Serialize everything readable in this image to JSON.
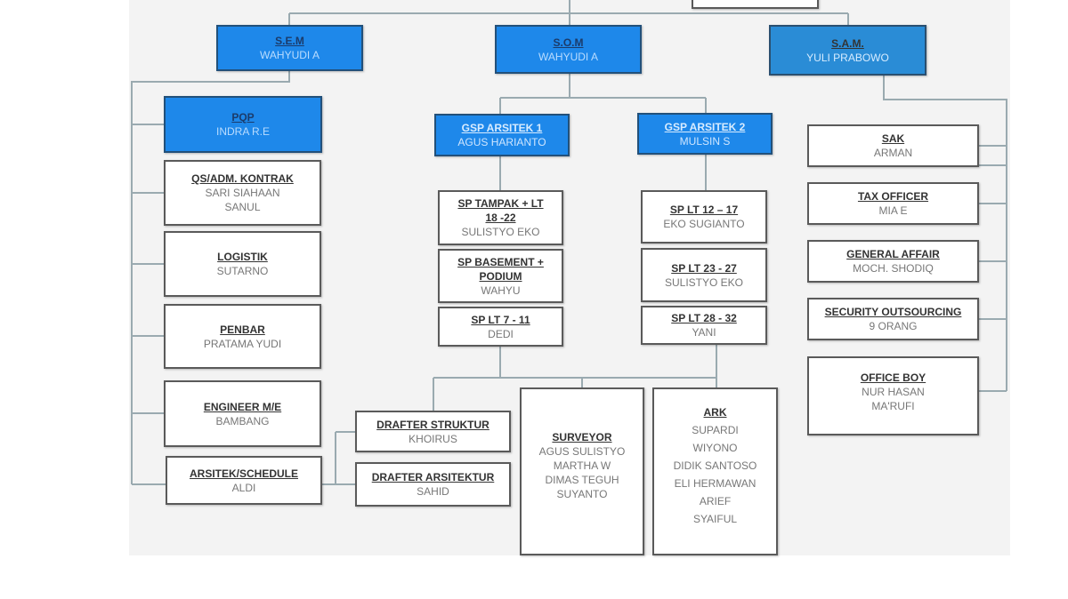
{
  "colors": {
    "panel": "#f3f3f3",
    "blue": "#1e88ea",
    "blue_dark": "#2a8cd6",
    "line": "#9aaab0"
  },
  "top": {
    "sem": {
      "title": "S.E.M",
      "name": "WAHYUDI A"
    },
    "som": {
      "title": "S.O.M",
      "name": "WAHYUDI A"
    },
    "sam": {
      "title": "S.A.M.",
      "name": "YULI PRABOWO"
    }
  },
  "left": {
    "pqp": {
      "title": "PQP",
      "name": "INDRA R.E"
    },
    "qs": {
      "title": "QS/ADM. KONTRAK",
      "names": [
        "SARI SIAHAAN",
        "SANUL"
      ]
    },
    "logistik": {
      "title": "LOGISTIK",
      "name": "SUTARNO"
    },
    "penbar": {
      "title": "PENBAR",
      "name": "PRATAMA YUDI"
    },
    "engineer": {
      "title": "ENGINEER M/E",
      "name": "BAMBANG"
    },
    "arsitek": {
      "title": "ARSITEK/SCHEDULE",
      "name": "ALDI"
    }
  },
  "middle": {
    "gsp1": {
      "title": "GSP ARSITEK 1",
      "name": "AGUS HARIANTO"
    },
    "gsp2": {
      "title": "GSP ARSITEK 2",
      "name": "MULSIN S"
    },
    "sp1": {
      "title1": "SP TAMPAK + LT",
      "title2": "18 -22",
      "name": "SULISTYO EKO"
    },
    "sp2": {
      "title1": "SP BASEMENT +",
      "title2": "PODIUM",
      "name": "WAHYU"
    },
    "sp3": {
      "title": "SP LT 7 - 11",
      "name": "DEDI"
    },
    "sp4": {
      "title": "SP LT 12 – 17",
      "name": "EKO SUGIANTO"
    },
    "sp5": {
      "title": "SP LT 23 - 27",
      "name": "SULISTYO EKO"
    },
    "sp6": {
      "title": "SP LT 28 - 32",
      "name": "YANI"
    },
    "drafter_struktur": {
      "title": "DRAFTER STRUKTUR",
      "name": "KHOIRUS"
    },
    "drafter_arsitektur": {
      "title": "DRAFTER ARSITEKTUR",
      "name": "SAHID"
    },
    "surveyor": {
      "title": "SURVEYOR",
      "names": [
        "AGUS SULISTYO",
        "MARTHA W",
        "DIMAS TEGUH",
        "SUYANTO"
      ]
    },
    "ark": {
      "title": "ARK",
      "names": [
        "SUPARDI",
        "WIYONO",
        "DIDIK SANTOSO",
        "ELI HERMAWAN",
        "ARIEF",
        "SYAIFUL"
      ]
    }
  },
  "right": {
    "sak": {
      "title": "SAK",
      "name": "ARMAN"
    },
    "tax": {
      "title": "TAX OFFICER",
      "name": "MIA E"
    },
    "ga": {
      "title": "GENERAL AFFAIR",
      "name": "MOCH. SHODIQ"
    },
    "security": {
      "title": "SECURITY OUTSOURCING",
      "name": "9 ORANG"
    },
    "office_boy": {
      "title": "OFFICE BOY",
      "names": [
        "NUR HASAN",
        "MA'RUFI"
      ]
    }
  }
}
